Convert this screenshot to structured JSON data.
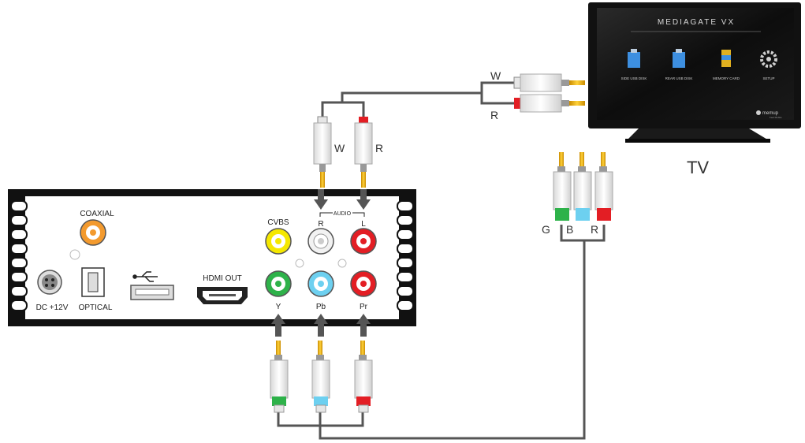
{
  "tv": {
    "brand": "MEDIAGATE VX",
    "label": "TV",
    "menu": [
      {
        "label": "SIDE USB DISK",
        "icon": "usb-disk-icon"
      },
      {
        "label": "REAR USB DISK",
        "icon": "usb-disk-icon"
      },
      {
        "label": "MEMORY CARD",
        "icon": "memory-card-icon"
      },
      {
        "label": "SETUP",
        "icon": "gear-icon"
      }
    ],
    "logo": "memup",
    "logo_tagline": "Feel Mobile"
  },
  "device": {
    "ports": {
      "coaxial": "COAXIAL",
      "dc": "DC +12V",
      "optical": "OPTICAL",
      "hdmi": "HDMI OUT",
      "cvbs": "CVBS",
      "audio": "AUDIO",
      "audio_r": "R",
      "audio_l": "L",
      "y": "Y",
      "pb": "Pb",
      "pr": "Pr"
    }
  },
  "cables": {
    "audio_plug_w": "W",
    "audio_plug_r": "R",
    "tv_audio_w": "W",
    "tv_audio_r": "R",
    "tv_comp_g": "G",
    "tv_comp_b": "B",
    "tv_comp_r": "R"
  },
  "colors": {
    "audio_white": "#f2f2f2",
    "audio_red": "#e31e24",
    "video_yellow": "#f5e800",
    "comp_green": "#2eb24a",
    "comp_blue": "#6dd0f0",
    "comp_red": "#e31e24",
    "coaxial_orange": "#f39a2e",
    "gold": "#f5b800"
  }
}
